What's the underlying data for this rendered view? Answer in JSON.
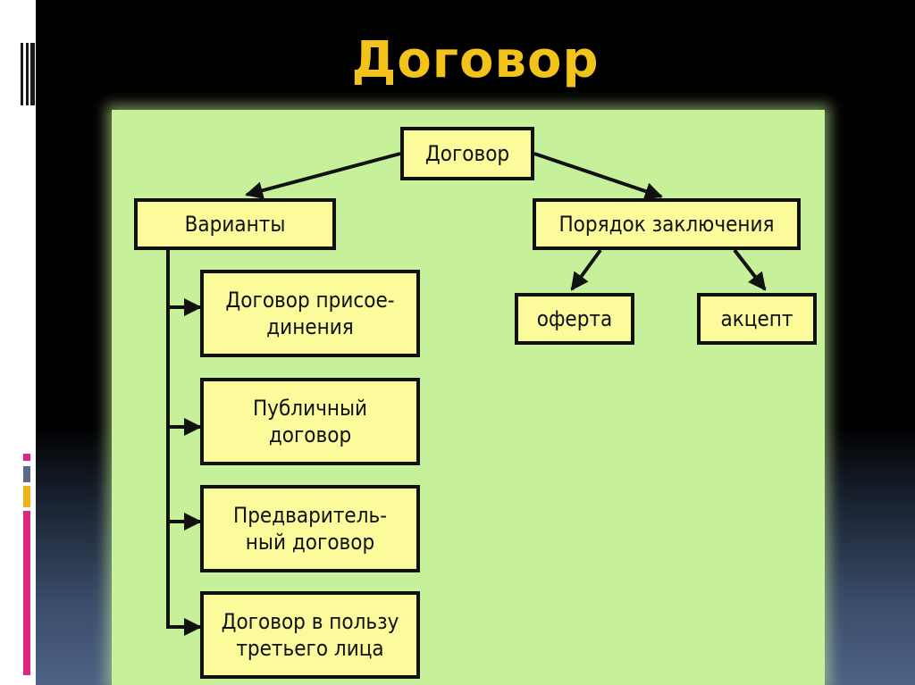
{
  "title": "Договор",
  "diagram": {
    "root": "Договор",
    "left_branch": "Варианты",
    "left_children": [
      [
        "Договор присое-",
        "динения"
      ],
      [
        "Публичный",
        "договор"
      ],
      [
        "Предваритель-",
        "ный договор"
      ],
      [
        "Договор в пользу",
        "третьего лица"
      ]
    ],
    "right_branch": "Порядок заключения",
    "right_children": [
      "оферта",
      "акцепт"
    ]
  },
  "colors": {
    "title": "#f2c31b",
    "panel": "#c6f09a",
    "box_fill": "#fbfb9c",
    "line": "#111111"
  }
}
